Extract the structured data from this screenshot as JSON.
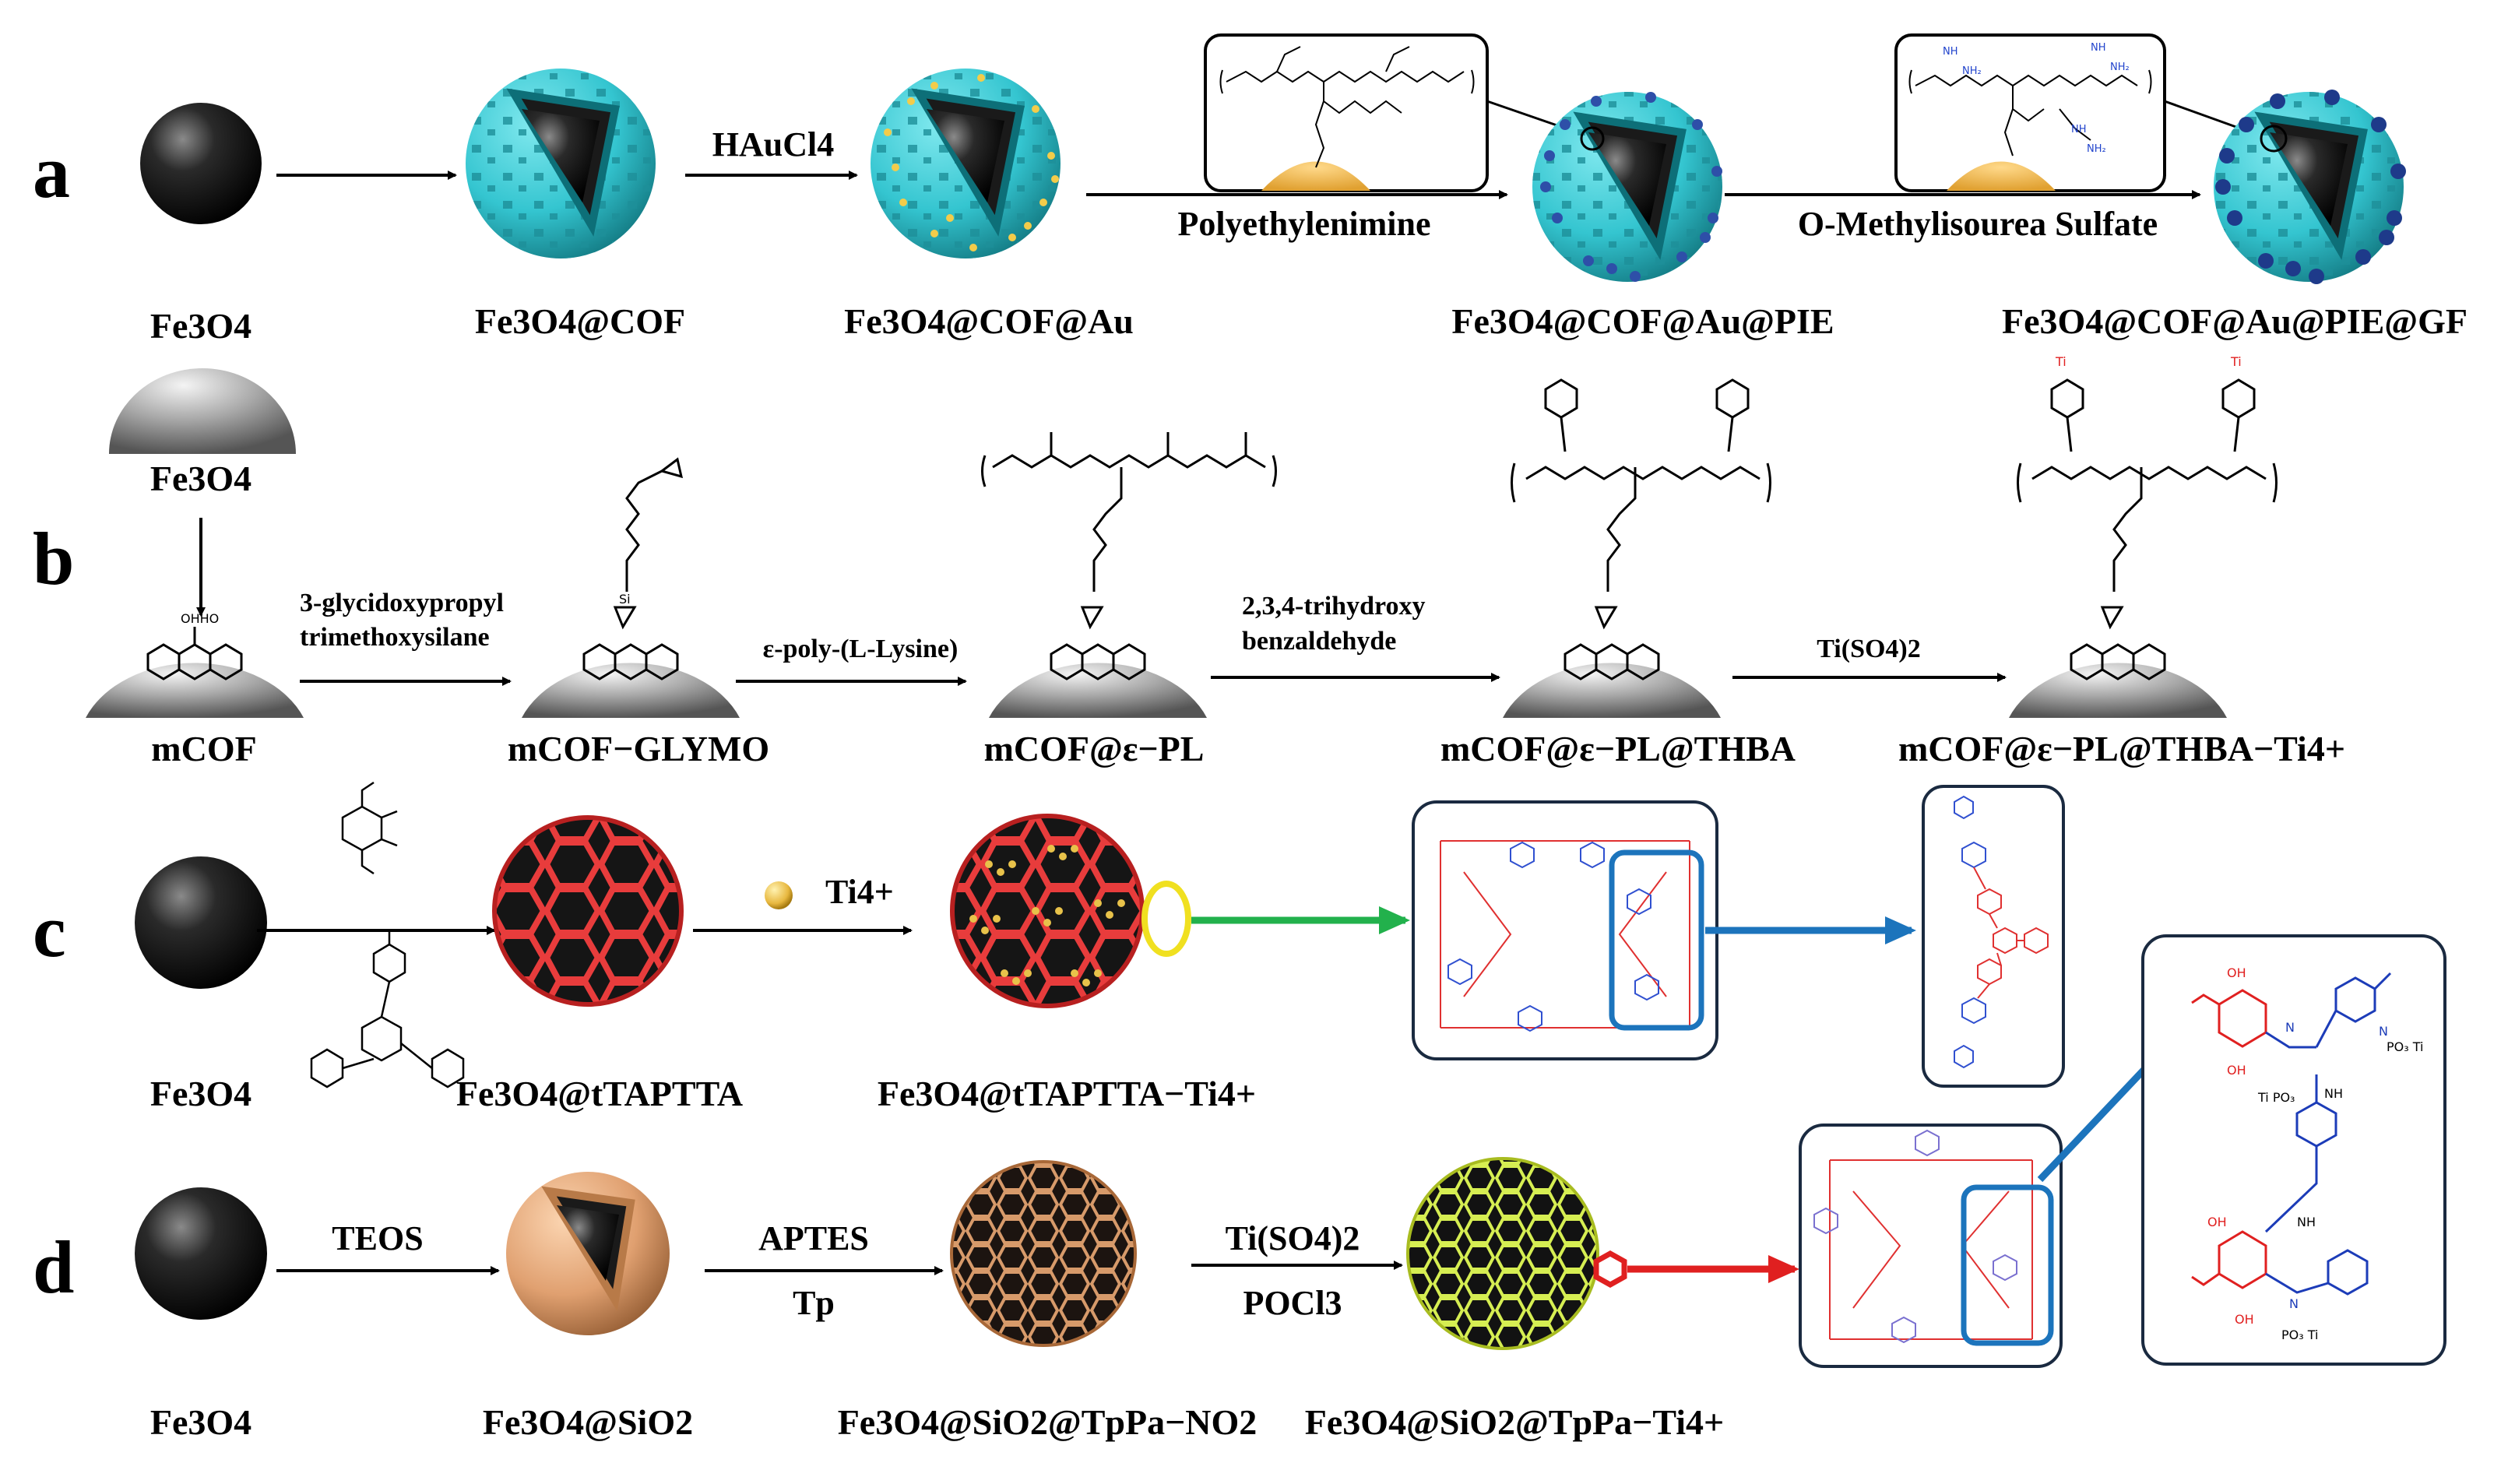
{
  "rows": {
    "a": {
      "letter": "a",
      "names": [
        "Fe3O4",
        "Fe3O4@COF",
        "Fe3O4@COF@Au",
        "Fe3O4@COF@Au@PIE",
        "Fe3O4@COF@Au@PIE@GF"
      ],
      "reagents": [
        "HAuCl4",
        "Polyethylenimine",
        "O-Methylisourea Sulfate"
      ]
    },
    "b": {
      "letter": "b",
      "top_name": "Fe3O4",
      "names": [
        "mCOF",
        "mCOF−GLYMO",
        "mCOF@ε−PL",
        "mCOF@ε−PL@THBA",
        "mCOF@ε−PL@THBA−Ti4+"
      ],
      "reagents": [
        "3-glycidoxypropyl",
        "trimethoxysilane",
        "ε-poly-(L-Lysine)",
        "2,3,4-trihydroxy",
        "benzaldehyde",
        "Ti(SO4)2"
      ]
    },
    "c": {
      "letter": "c",
      "names": [
        "Fe3O4",
        "Fe3O4@tTAPTTA",
        "Fe3O4@tTAPTTA−Ti4+"
      ],
      "reagents": [
        "Ti4+"
      ]
    },
    "d": {
      "letter": "d",
      "names": [
        "Fe3O4",
        "Fe3O4@SiO2",
        "Fe3O4@SiO2@TpPa−NO2",
        "Fe3O4@SiO2@TpPa−Ti4+"
      ],
      "reagents": [
        "TEOS",
        "APTES",
        "Tp",
        "Ti(SO4)2",
        "POCl3"
      ]
    }
  },
  "colors": {
    "cof": "#34c5d0",
    "gold": "#e8b840",
    "tTAPTTA": "#e83c3c",
    "silica": "#e0a070",
    "tppa": "#c8e040",
    "green_arrow": "#22b14c",
    "blue_arrow": "#1c74bc",
    "red_arrow": "#e02020"
  }
}
